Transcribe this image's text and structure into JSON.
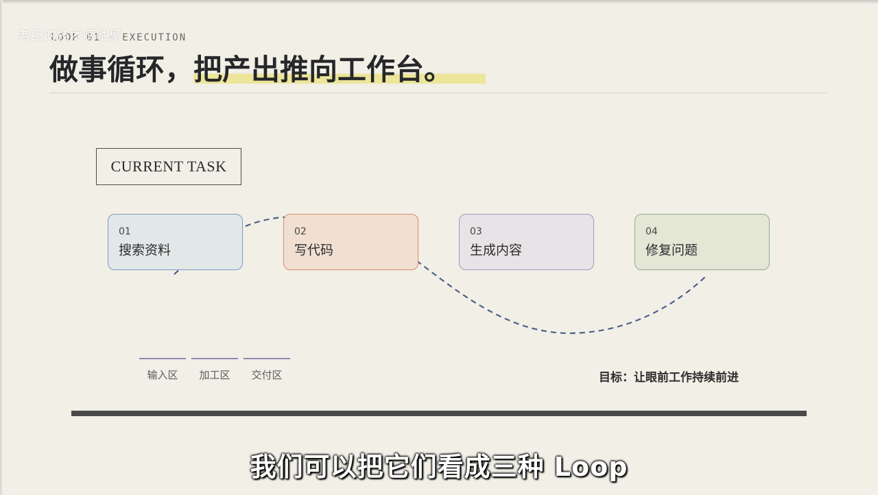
{
  "watermark": "老纪的技术嘀咕屋",
  "slide": {
    "kicker": "LOOP 01 · EXECUTION",
    "title_plain": "做事循环，",
    "title_highlight": "把产出推向工作台。",
    "task_box": "CURRENT TASK",
    "cards": [
      {
        "num": "01",
        "label": "搜索资料"
      },
      {
        "num": "02",
        "label": "写代码"
      },
      {
        "num": "03",
        "label": "生成内容"
      },
      {
        "num": "04",
        "label": "修复问题"
      }
    ],
    "zones": [
      "输入区",
      "加工区",
      "交付区"
    ],
    "goal": "目标：让眼前工作持续前进"
  },
  "subtitle": "我们可以把它们看成三种 Loop",
  "colors": {
    "background": "#f1efe6",
    "highlight": "#ece59a",
    "curve": "#4f5f88",
    "card_1": "#7c9cc2",
    "card_2": "#d78a6c",
    "card_3": "#a395bb",
    "card_4": "#94ab8c"
  }
}
